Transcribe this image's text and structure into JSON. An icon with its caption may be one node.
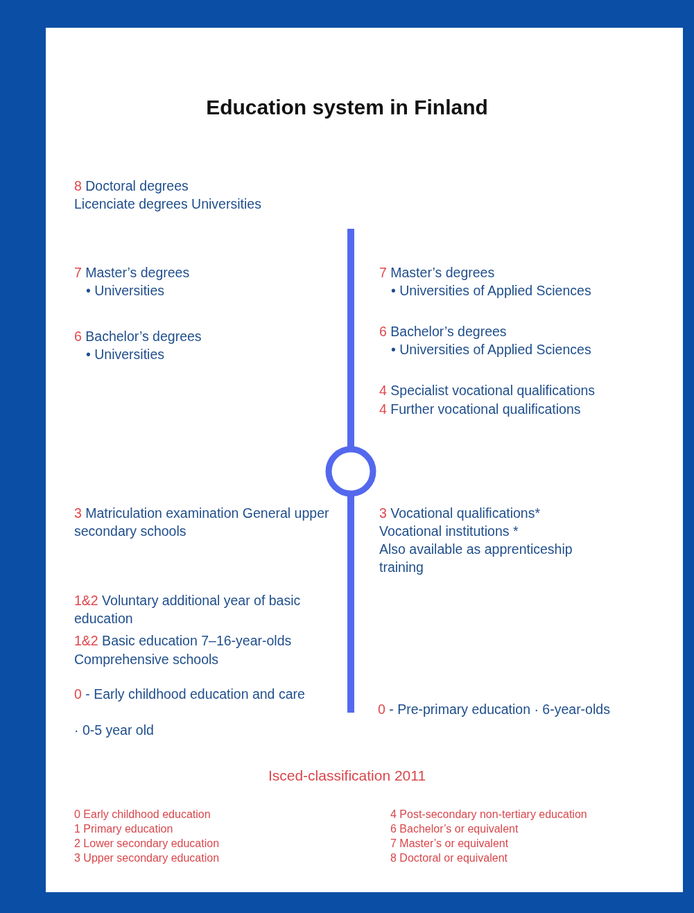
{
  "diagram": {
    "title": "Education system in Finland",
    "labels": [
      "8 Doctoral degrees",
      "Licenciate degrees Universities",
      "7 Master’s degrees",
      "• Universities",
      "7 Master’s degrees",
      "• Universities of Applied Sciences",
      "6 Bachelor’s degrees",
      "• Universities",
      "6 Bachelor’s degrees",
      "• Universities of Applied Sciences",
      "4 Specialist vocational qualifications",
      "4 Further vocational qualifications",
      "3 Matriculation examination General upper secondary schools",
      "3 Vocational qualifications*",
      "Vocational institutions *",
      "Also available as apprenticeship training",
      "1&2 Voluntary additional year of basic education",
      "1&2 Basic education 7–16-year-olds",
      "Comprehensive schools",
      "0 - Early childhood education and care",
      "· 0-5 year old",
      "0 - Pre-primary education · 6-year-olds",
      "Isced-classification 2011",
      "0 Early childhood education",
      "1 Primary education",
      "2 Lower secondary education",
      "3 Upper secondary education",
      "4 Post-secondary non-tertiary education",
      "6 Bachelor’s or equivalent",
      "7 Master’s or equivalent",
      "8 Doctoral or equivalent"
    ]
  }
}
